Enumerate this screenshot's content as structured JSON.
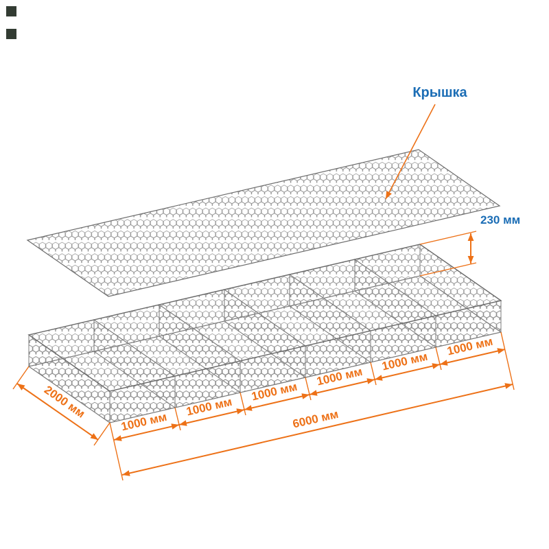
{
  "diagram": {
    "type": "gabion-mattress-dimension-scheme",
    "lid_label": "Крышка",
    "dimensions": {
      "height": "230 мм",
      "width": "2000 мм",
      "total_length": "6000 мм",
      "segments": [
        "1000 мм",
        "1000 мм",
        "1000 мм",
        "1000 мм",
        "1000 мм",
        "1000 мм"
      ]
    },
    "colors": {
      "dimension_orange": "#ed7117",
      "label_blue": "#1b6db5",
      "mesh_gray": "#8e8e8e"
    }
  }
}
